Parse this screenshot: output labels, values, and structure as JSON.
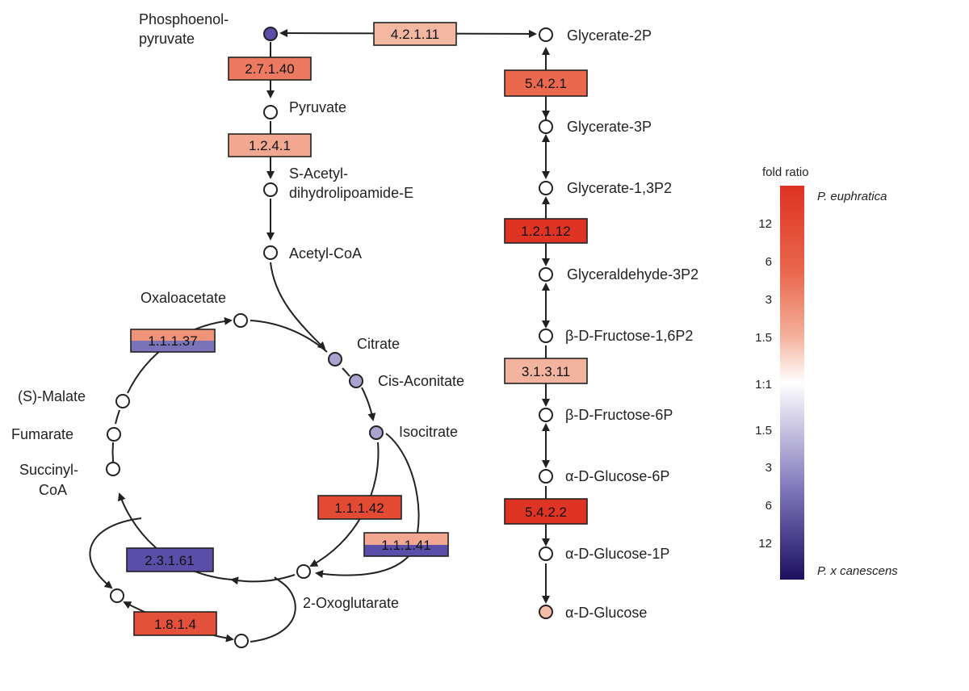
{
  "metabolites": {
    "pep": {
      "line1": "Phosphoenol-",
      "line2": "pyruvate"
    },
    "pyruvate": "Pyruvate",
    "acetyl_lipo": {
      "line1": "S-Acetyl-",
      "line2": "dihydrolipoamide-E"
    },
    "acetyl_coa": "Acetyl-CoA",
    "oxaloacetate": "Oxaloacetate",
    "citrate": "Citrate",
    "cis_aconitate": "Cis-Aconitate",
    "isocitrate": "Isocitrate",
    "oxoglutarate": "2-Oxoglutarate",
    "malate": "(S)-Malate",
    "fumarate": "Fumarate",
    "succinyl_coa": {
      "line1": "Succinyl-",
      "line2": "CoA"
    },
    "glycerate_2p": "Glycerate-2P",
    "glycerate_3p": "Glycerate-3P",
    "glycerate_13p2": "Glycerate-1,3P2",
    "glyceraldehyde_3p2": "Glyceraldehyde-3P2",
    "fructose_16p2": "β-D-Fructose-1,6P2",
    "fructose_6p": "β-D-Fructose-6P",
    "glucose_6p": "α-D-Glucose-6P",
    "glucose_1p": "α-D-Glucose-1P",
    "glucose": "α-D-Glucose"
  },
  "enzymes": {
    "e4_2_1_11": "4.2.1.11",
    "e2_7_1_40": "2.7.1.40",
    "e1_2_4_1": "1.2.4.1",
    "e1_1_1_37": "1.1.1.37",
    "e1_1_1_42": "1.1.1.42",
    "e1_1_1_41": "1.1.1.41",
    "e2_3_1_61": "2.3.1.61",
    "e1_8_1_4": "1.8.1.4",
    "e5_4_2_1": "5.4.2.1",
    "e1_2_1_12": "1.2.1.12",
    "e3_1_3_11": "3.1.3.11",
    "e5_4_2_2": "5.4.2.2"
  },
  "legend": {
    "title": "fold ratio",
    "top_label": "P. euphratica",
    "bottom_label": "P. x canescens",
    "ticks_upper": [
      "12",
      "6",
      "3",
      "1.5"
    ],
    "center": "1:1",
    "ticks_lower": [
      "1.5",
      "3",
      "6",
      "12"
    ]
  },
  "colors": {
    "red_strong": "#e03a2a",
    "red_mid": "#e9684e",
    "red_light": "#f2a38c",
    "salmon_pale": "#f4bda8",
    "purple_light": "#a9a3cf",
    "purple_mid": "#7b73b8",
    "purple_dark": "#3d2f8e",
    "navy": "#1f1666"
  }
}
